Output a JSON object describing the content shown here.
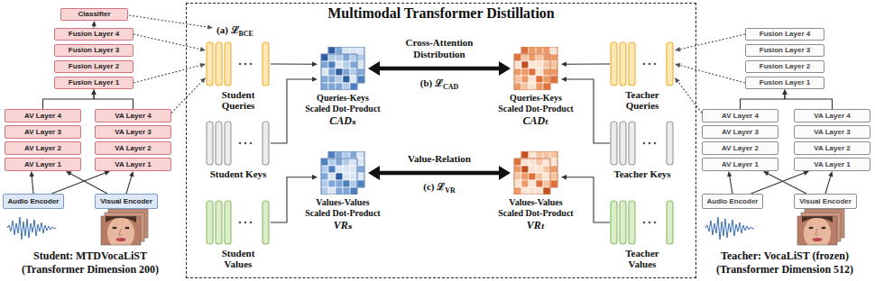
{
  "diagram": {
    "nodes": [
      {
        "text": [
          "Classifier"
        ]
      },
      {
        "text": [
          "Fusion Layer 4"
        ]
      },
      {
        "text": [
          "Fusion Layer 3"
        ]
      },
      {
        "text": [
          "Fusion Layer 2"
        ]
      },
      {
        "text": [
          "Fusion Layer 1"
        ]
      },
      {
        "text": [
          "AV Layer 4"
        ]
      },
      {
        "text": [
          "VA Layer 4"
        ]
      },
      {
        "text": [
          "AV Layer 3"
        ]
      },
      {
        "text": [
          "VA Layer 3"
        ]
      },
      {
        "text": [
          "AV Layer 2"
        ]
      },
      {
        "text": [
          "VA Layer 2"
        ]
      },
      {
        "text": [
          "AV Layer 1"
        ]
      },
      {
        "text": [
          "VA Layer 1"
        ]
      },
      {
        "text": [
          "Audio Encoder"
        ]
      },
      {
        "text": [
          "Visual Encoder"
        ]
      },
      {
        "text": [
          "Multimodal Transformer Distillation"
        ]
      },
      {
        "text": [
          "Student Queries"
        ],
        "in": 15
      },
      {
        "text": [
          "Student Keys"
        ],
        "in": 15
      },
      {
        "text": [
          "Student Values"
        ],
        "in": 15
      },
      {
        "text": [
          "Queries-Keys Scaled Dot-Product",
          "CADₛ"
        ],
        "in": 15
      },
      {
        "text": [
          "Values-Values Scaled Dot-Product",
          "VRₛ"
        ],
        "in": 15
      },
      {
        "text": [
          "Queries-Keys Scaled Dot-Product",
          "CADₜ"
        ],
        "in": 15
      },
      {
        "text": [
          "Values-Values Scaled Dot-Product",
          "VRₜ"
        ],
        "in": 15
      },
      {
        "text": [
          "Teacher Queries"
        ],
        "in": 15
      },
      {
        "text": [
          "Teacher Keys"
        ],
        "in": 15
      },
      {
        "text": [
          "Teacher Values"
        ],
        "in": 15
      },
      {
        "text": [
          "Fusion Layer 4"
        ]
      },
      {
        "text": [
          "Fusion Layer 3"
        ]
      },
      {
        "text": [
          "Fusion Layer 2"
        ]
      },
      {
        "text": [
          "Fusion Layer 1"
        ]
      },
      {
        "text": [
          "AV Layer 4"
        ]
      },
      {
        "text": [
          "VA Layer 4"
        ]
      },
      {
        "text": [
          "AV Layer 3"
        ]
      },
      {
        "text": [
          "VA Layer 3"
        ]
      },
      {
        "text": [
          "AV Layer 2"
        ]
      },
      {
        "text": [
          "VA Layer 2"
        ]
      },
      {
        "text": [
          "AV Layer 1"
        ]
      },
      {
        "text": [
          "VA Layer 1"
        ]
      },
      {
        "text": [
          "Audio Encoder"
        ]
      },
      {
        "text": [
          "Visual Encoder"
        ]
      }
    ],
    "edges": [
      {
        "from": 13,
        "to": 11,
        "arrow": "to"
      },
      {
        "from": 13,
        "to": 12,
        "arrow": "to"
      },
      {
        "from": 14,
        "to": 11,
        "arrow": "to"
      },
      {
        "from": 14,
        "to": 12,
        "arrow": "to"
      },
      {
        "from": 5,
        "to": 4,
        "arrow": "to"
      },
      {
        "from": 6,
        "to": 4,
        "arrow": "to"
      },
      {
        "from": 1,
        "to": 0,
        "arrow": "to"
      },
      {
        "from": 1,
        "to": 16,
        "arrow": "to"
      },
      {
        "from": 4,
        "to": 16,
        "arrow": "to"
      },
      {
        "from": 6,
        "to": 16,
        "arrow": "to"
      },
      {
        "from": 16,
        "to": 19,
        "arrow": "to"
      },
      {
        "from": 17,
        "to": 19,
        "arrow": "to"
      },
      {
        "from": 18,
        "to": 20,
        "arrow": "to"
      },
      {
        "from": 19,
        "to": 21,
        "arrow": "both",
        "label": "Cross-Attention Distribution"
      },
      {
        "from": 20,
        "to": 22,
        "arrow": "both",
        "label": "Value-Relation"
      },
      {
        "from": 23,
        "to": 21,
        "arrow": "to"
      },
      {
        "from": 24,
        "to": 21,
        "arrow": "to"
      },
      {
        "from": 25,
        "to": 22,
        "arrow": "to"
      },
      {
        "from": 26,
        "to": 23,
        "arrow": "to"
      },
      {
        "from": 29,
        "to": 23,
        "arrow": "to"
      },
      {
        "from": 30,
        "to": 23,
        "arrow": "to"
      },
      {
        "from": 38,
        "to": 36,
        "arrow": "to"
      },
      {
        "from": 38,
        "to": 37,
        "arrow": "to"
      },
      {
        "from": 39,
        "to": 36,
        "arrow": "to"
      },
      {
        "from": 39,
        "to": 37,
        "arrow": "to"
      },
      {
        "from": 30,
        "to": 29,
        "arrow": "to"
      },
      {
        "from": 31,
        "to": 29,
        "arrow": "to"
      }
    ],
    "labels": [
      "(a) ℒBCE",
      "(b) ℒCAD",
      "(c) ℒVR",
      "Student: MTDVocaLiST (Transformer Dimension 200)",
      "Teacher: VocaLiST (frozen) (Transformer Dimension 512)"
    ]
  }
}
